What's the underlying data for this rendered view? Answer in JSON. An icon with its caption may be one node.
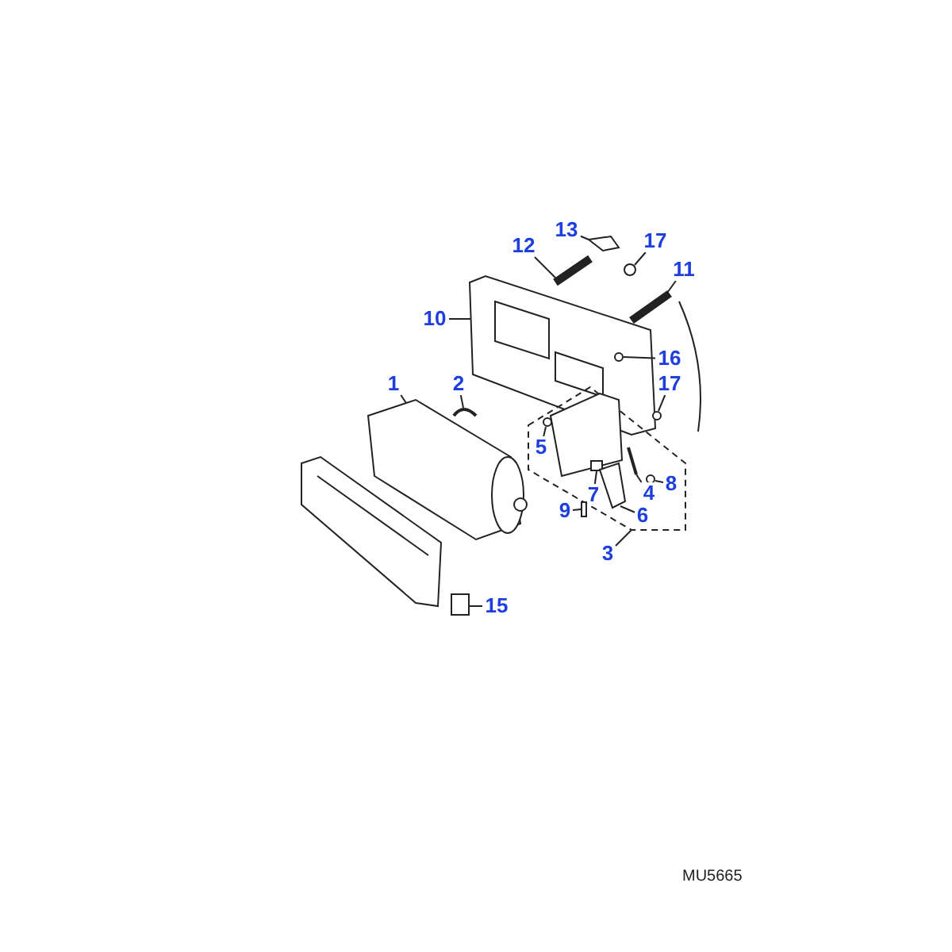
{
  "diagram": {
    "nodes": [
      {
        "text": [],
        "shape": "picture"
      },
      {
        "text": [],
        "shape": "picture"
      },
      {
        "text": [
          "13"
        ]
      },
      {
        "text": [
          "12"
        ]
      },
      {
        "text": [
          "17"
        ]
      },
      {
        "text": [
          "11"
        ]
      },
      {
        "text": [
          "10"
        ]
      },
      {
        "text": [
          "16"
        ]
      },
      {
        "text": [
          "1"
        ]
      },
      {
        "text": [
          "2"
        ]
      },
      {
        "text": [
          "17"
        ]
      },
      {
        "text": [
          "5"
        ],
        "in": 1
      },
      {
        "text": [
          "9"
        ]
      },
      {
        "text": [
          "7"
        ],
        "in": 1
      },
      {
        "text": [
          "8"
        ],
        "in": 1
      },
      {
        "text": [
          "4"
        ],
        "in": 1
      },
      {
        "text": [
          "6"
        ],
        "in": 1
      },
      {
        "text": [
          "3"
        ]
      },
      {
        "text": [
          "15"
        ]
      },
      {
        "text": [],
        "shape": "picture"
      },
      {
        "text": [],
        "shape": "picture"
      },
      {
        "text": [],
        "shape": "circle"
      },
      {
        "text": [],
        "shape": "picture"
      },
      {
        "text": [],
        "shape": "circle",
        "in": 0
      },
      {
        "text": [],
        "shape": "picture"
      },
      {
        "text": [],
        "shape": "picture"
      },
      {
        "text": [],
        "shape": "circle"
      },
      {
        "text": [],
        "shape": "circle",
        "in": 1
      },
      {
        "text": [],
        "shape": "box"
      },
      {
        "text": [],
        "shape": "box",
        "in": 1
      },
      {
        "text": [],
        "shape": "circle",
        "in": 1
      },
      {
        "text": [],
        "shape": "picture",
        "in": 1
      },
      {
        "text": [],
        "shape": "picture",
        "in": 1
      },
      {
        "text": [],
        "shape": "box"
      }
    ],
    "edges": [
      {
        "from": 2,
        "to": 19,
        "arrow": "none"
      },
      {
        "from": 3,
        "to": 20,
        "arrow": "none"
      },
      {
        "from": 4,
        "to": 21,
        "arrow": "none"
      },
      {
        "from": 5,
        "to": 22,
        "arrow": "none"
      },
      {
        "from": 6,
        "to": 0,
        "arrow": "none"
      },
      {
        "from": 7,
        "to": 23,
        "arrow": "none"
      },
      {
        "from": 8,
        "to": 24,
        "arrow": "none"
      },
      {
        "from": 9,
        "to": 25,
        "arrow": "none"
      },
      {
        "from": 10,
        "to": 26,
        "arrow": "none"
      },
      {
        "from": 11,
        "to": 27,
        "arrow": "none"
      },
      {
        "from": 12,
        "to": 28,
        "arrow": "none"
      },
      {
        "from": 13,
        "to": 29,
        "arrow": "none"
      },
      {
        "from": 14,
        "to": 30,
        "arrow": "none"
      },
      {
        "from": 15,
        "to": 31,
        "arrow": "none"
      },
      {
        "from": 16,
        "to": 32,
        "arrow": "none"
      },
      {
        "from": 17,
        "to": 1,
        "arrow": "none"
      },
      {
        "from": 18,
        "to": 33,
        "arrow": "none"
      }
    ],
    "labels": [
      "MU5665"
    ]
  }
}
